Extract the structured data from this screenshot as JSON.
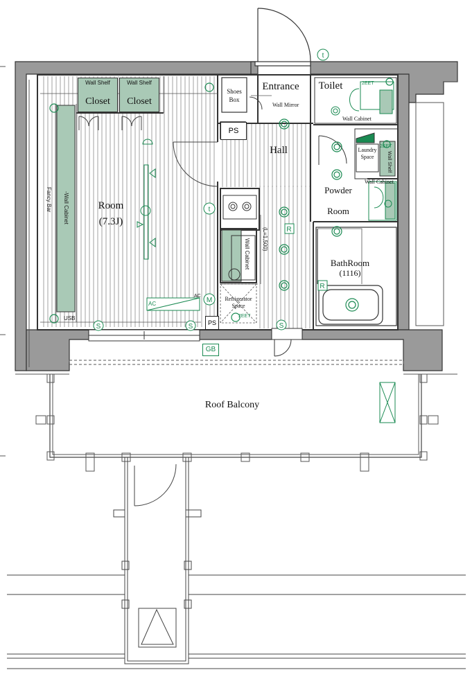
{
  "labels": {
    "room": "Room",
    "room_size": "(7.3J)",
    "hall": "Hall",
    "entrance": "Entrance",
    "toilet": "Toilet",
    "powder": "Powder",
    "powder_room": "Room",
    "bathroom": "BathRoom",
    "bathroom_size": "(1116)",
    "roof_balcony": "Roof Balcony",
    "shoes_box_1": "Shoes",
    "shoes_box_2": "Box",
    "wall_mirror": "Wall Mirror",
    "wall_cabinet": "Wall Cabinet",
    "wall_cabinet_vert": "-Wall Cabinet",
    "wall_cabinet_kitchen": "Wall Cabinet",
    "wall_cabinet_powder": "Wall Cabinet",
    "laundry_1": "Laundry",
    "laundry_2": "Space",
    "wall_shelf": "Wall Shelf",
    "fancy_bar": "Fancy Bar",
    "refrigerator_1": "Refrigerator",
    "refrigerator_2": "Space",
    "length_note": "(L=1,500)",
    "ps_hall": "PS",
    "ps_lower": "PS",
    "gb": "GB",
    "usb": "USB",
    "ac": "AC",
    "ac_small": "AC",
    "eet_1": "2EET",
    "eet_2": "2EET",
    "eet_3": "2EET"
  },
  "closets": [
    {
      "shelf": "Wall Shelf",
      "name": "Closet"
    },
    {
      "shelf": "Wall Shelf",
      "name": "Closet"
    }
  ],
  "symbols": {
    "t1": "t",
    "t2": "t",
    "m": "M",
    "r1": "R",
    "r2": "R",
    "s1": "S",
    "s2": "S",
    "s3": "S"
  },
  "colors": {
    "wall": "#9a9a9a",
    "wall_edge": "#333333",
    "fixture_green": "#1a8a52",
    "fixture_fill": "#a9c9b6",
    "line": "#444444"
  }
}
